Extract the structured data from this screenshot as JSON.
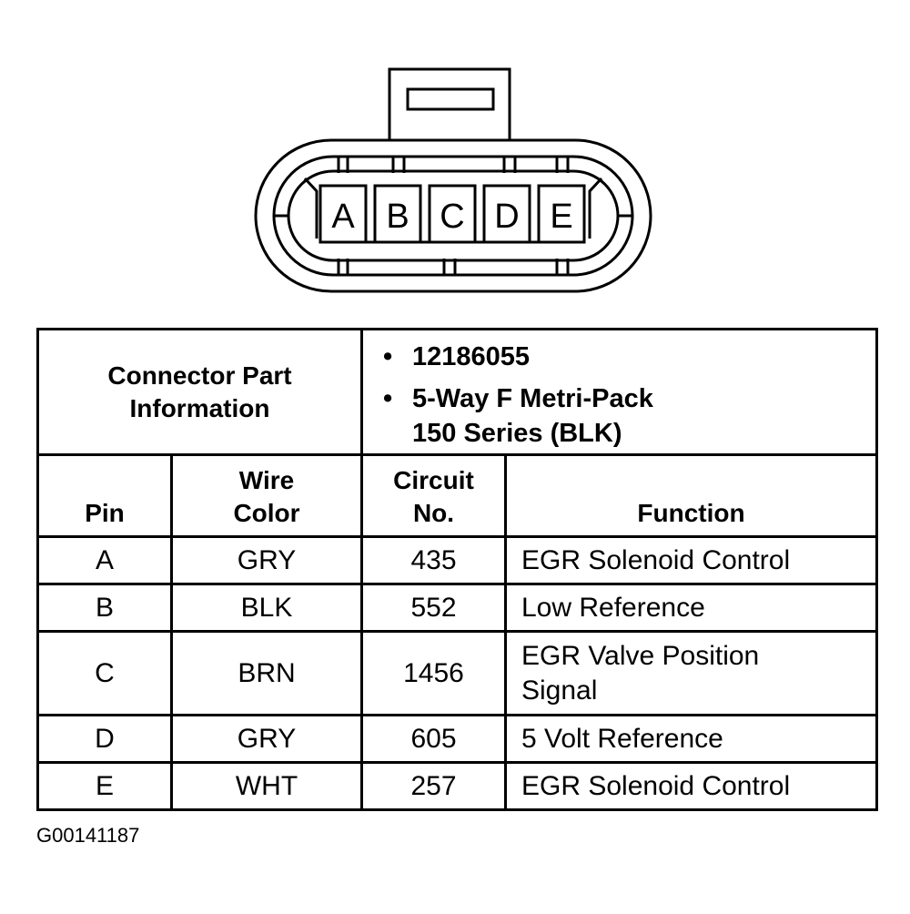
{
  "connector": {
    "pins": [
      "A",
      "B",
      "C",
      "D",
      "E"
    ]
  },
  "table": {
    "part_info_label_line1": "Connector Part",
    "part_info_label_line2": "Information",
    "part_number": "12186055",
    "part_desc_line1": "5-Way F Metri-Pack",
    "part_desc_line2": "150 Series (BLK)",
    "headers": {
      "pin": "Pin",
      "wire_color_line1": "Wire",
      "wire_color_line2": "Color",
      "circuit_line1": "Circuit",
      "circuit_line2": "No.",
      "function": "Function"
    },
    "rows": [
      {
        "pin": "A",
        "wire": "GRY",
        "circuit": "435",
        "function_line1": "EGR Solenoid Control",
        "function_line2": ""
      },
      {
        "pin": "B",
        "wire": "BLK",
        "circuit": "552",
        "function_line1": "Low Reference",
        "function_line2": ""
      },
      {
        "pin": "C",
        "wire": "BRN",
        "circuit": "1456",
        "function_line1": "EGR Valve Position",
        "function_line2": "Signal"
      },
      {
        "pin": "D",
        "wire": "GRY",
        "circuit": "605",
        "function_line1": "5 Volt Reference",
        "function_line2": ""
      },
      {
        "pin": "E",
        "wire": "WHT",
        "circuit": "257",
        "function_line1": "EGR Solenoid Control",
        "function_line2": ""
      }
    ]
  },
  "figure_id": "G00141187"
}
